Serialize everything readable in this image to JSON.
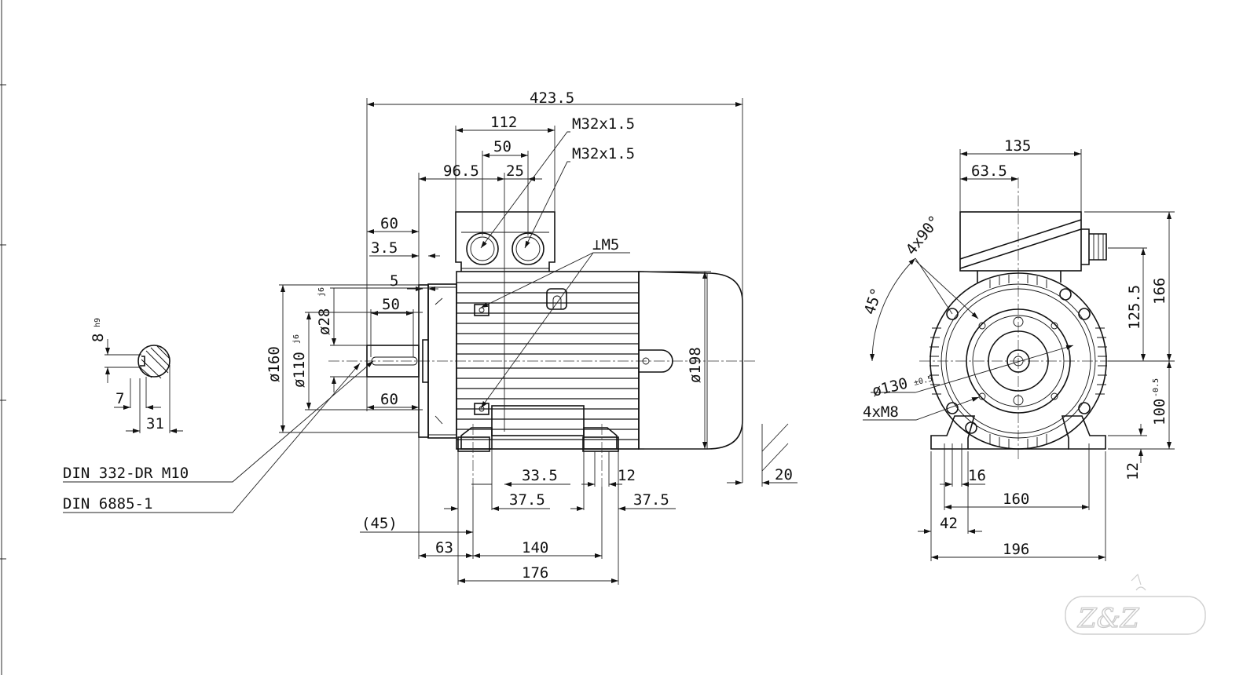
{
  "drawing": {
    "left_border_marks": 4,
    "key_detail": {
      "key_height": "8",
      "key_tol": "h9",
      "key_width": "7",
      "shaft_depth": "31"
    },
    "side_view": {
      "overall_length": "423.5",
      "terminal_box_width": "112",
      "gland_spacing": "50",
      "box_offset": "96.5",
      "gland_offset": "25",
      "gland_1": "M32x1.5",
      "gland_2": "M32x1.5",
      "shaft_length": "60",
      "flange_thickness": "3.5",
      "spigot": "5",
      "key_length": "50",
      "key_offset": "60",
      "earth_screw": "⊥M5",
      "shaft_dia": "ø28",
      "shaft_tol": "j6",
      "flange_dia": "ø160",
      "spigot_dia": "ø110",
      "spigot_tol": "j6",
      "frame_dia": "ø198",
      "centre_thread": "DIN 332-DR M10",
      "key_standard": "DIN 6885-1",
      "foot_33_5": "33.5",
      "foot_37_5_left": "37.5",
      "foot_12": "12",
      "foot_37_5_right": "37.5",
      "dim_45": "(45)",
      "dim_63": "63",
      "dim_140": "140",
      "dim_176": "176",
      "dim_20": "20"
    },
    "end_view": {
      "box_width": "135",
      "box_offset": "63.5",
      "holes_angle": "4x90°",
      "angle_45": "45°",
      "pcd": "ø130",
      "pcd_tol": "±0.5",
      "threads": "4xM8",
      "box_height": "125.5",
      "total_height": "166",
      "shaft_height": "100",
      "shaft_height_tol": "-0.5",
      "foot_thickness": "12",
      "foot_hole": "16",
      "foot_pitch": "160",
      "foot_width": "42",
      "base_width": "196"
    },
    "watermark": "Z&Z"
  }
}
